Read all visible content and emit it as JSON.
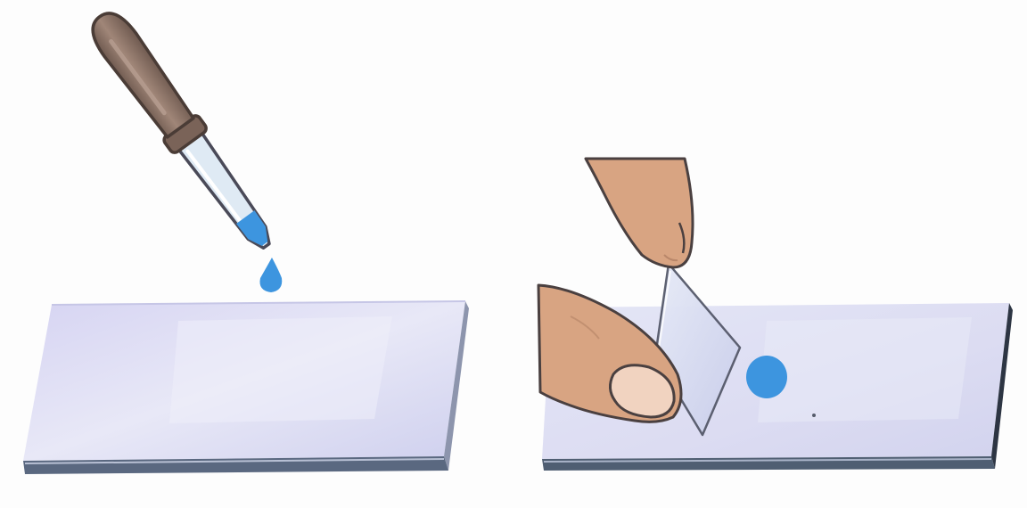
{
  "scene": {
    "background": "#fdfdfd",
    "panels": [
      {
        "id": "dropping",
        "elements": [
          "dropper-icon",
          "water-drop-icon",
          "glass-slide-left"
        ]
      },
      {
        "id": "cover-slip",
        "elements": [
          "finger-top-icon",
          "finger-bottom-icon",
          "cover-slip",
          "glass-slide-right",
          "specimen-drop-icon"
        ]
      }
    ]
  },
  "colors": {
    "bulb": "#8d7366",
    "bulb_dark": "#5e4b42",
    "collar": "#7a6358",
    "glass_tube": "#d8e6f2",
    "liquid": "#3d95df",
    "slide_top": "#dcdcf3",
    "slide_edge": "#4f5e72",
    "skin": "#d8a482",
    "nail": "#f1d3c0",
    "outline": "#4a4040"
  }
}
